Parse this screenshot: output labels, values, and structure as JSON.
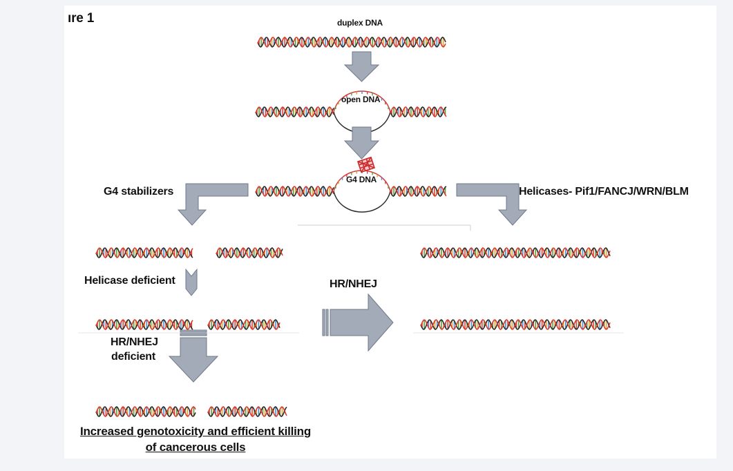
{
  "figure": {
    "title": "ıre 1",
    "labels": {
      "duplex": "duplex DNA",
      "open": "open DNA",
      "g4": "G4 DNA",
      "g4_stabilizers": "G4 stabilizers",
      "helicases": "Helicases- Pif1/FANCJ/WRN/BLM",
      "helicase_deficient": "Helicase deficient",
      "hr_nhej": "HR/NHEJ",
      "hr_nhej_deficient_line1": "HR/NHEJ",
      "hr_nhej_deficient_line2": "deficient",
      "outcome_line1": "Increased genotoxicity and efficient killing",
      "outcome_line2": "of cancerous cells"
    },
    "colors": {
      "arrow_fill": "#a3abb8",
      "arrow_stroke": "#6f7888",
      "strand_dark": "#2a2a2a",
      "strand_red": "#d83a2c",
      "bubble_red": "#d33a3a",
      "base_colors": [
        "#d8453a",
        "#5c9c3f",
        "#e0a236",
        "#4a8fd0"
      ]
    }
  }
}
